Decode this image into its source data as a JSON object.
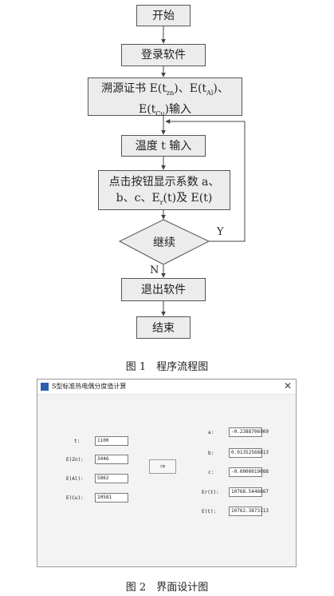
{
  "flowchart": {
    "start": "开始",
    "login": "登录软件",
    "cert_line1": "溯源证书 E(t",
    "cert_sub1": "zn",
    "cert_mid1": ")、E(t",
    "cert_sub2": "Al",
    "cert_end1": ")、",
    "cert_line2_a": "E(t",
    "cert_sub3": "Cu",
    "cert_line2_b": ")输入",
    "temp_input": "温度 t 输入",
    "display_line1": "点击按钮显示系数 a、",
    "display_line2_a": "b、c、E",
    "display_sub": "r",
    "display_line2_b": "(t)及 E(t)",
    "decision": "继续",
    "yes": "Y",
    "no": "N",
    "exit": "退出软件",
    "end": "结束"
  },
  "figure1_caption": "图 1　程序流程图",
  "figure2_caption": "图 2　界面设计图",
  "window": {
    "title": "S型标准热电偶分度值计算",
    "close": "✕",
    "inputs": [
      {
        "label": "t:",
        "value": "1100"
      },
      {
        "label": "E(Zn):",
        "value": "3446"
      },
      {
        "label": "E(Al):",
        "value": "5862"
      },
      {
        "label": "E(Cu):",
        "value": "10581"
      }
    ],
    "calc_button": "⇒",
    "outputs": [
      {
        "label": "a:",
        "value": "-0.2388706969"
      },
      {
        "label": "b:",
        "value": "0.01352568813"
      },
      {
        "label": "c:",
        "value": "-0.0000019088"
      },
      {
        "label": "Er(t):",
        "value": "10768.5446667"
      },
      {
        "label": "E(t):",
        "value": "10762.3873113"
      }
    ]
  }
}
